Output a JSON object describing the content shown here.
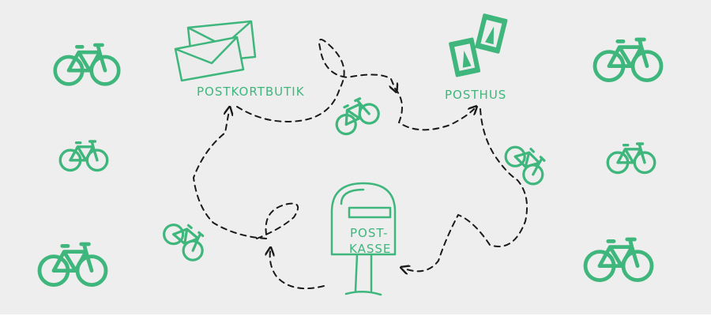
{
  "labels": {
    "postcard_shop": "POSTKORTBUTIK",
    "post_office": "POSTHUS",
    "mailbox_line1": "POST-",
    "mailbox_line2": "KASSE"
  },
  "colors": {
    "background": "#eeeeee",
    "accent": "#3eb67c",
    "path": "#1a1a1a"
  },
  "icons": [
    "bicycle-icon",
    "envelope-icon",
    "stamp-icon",
    "mailbox-icon",
    "arrow-icon"
  ]
}
